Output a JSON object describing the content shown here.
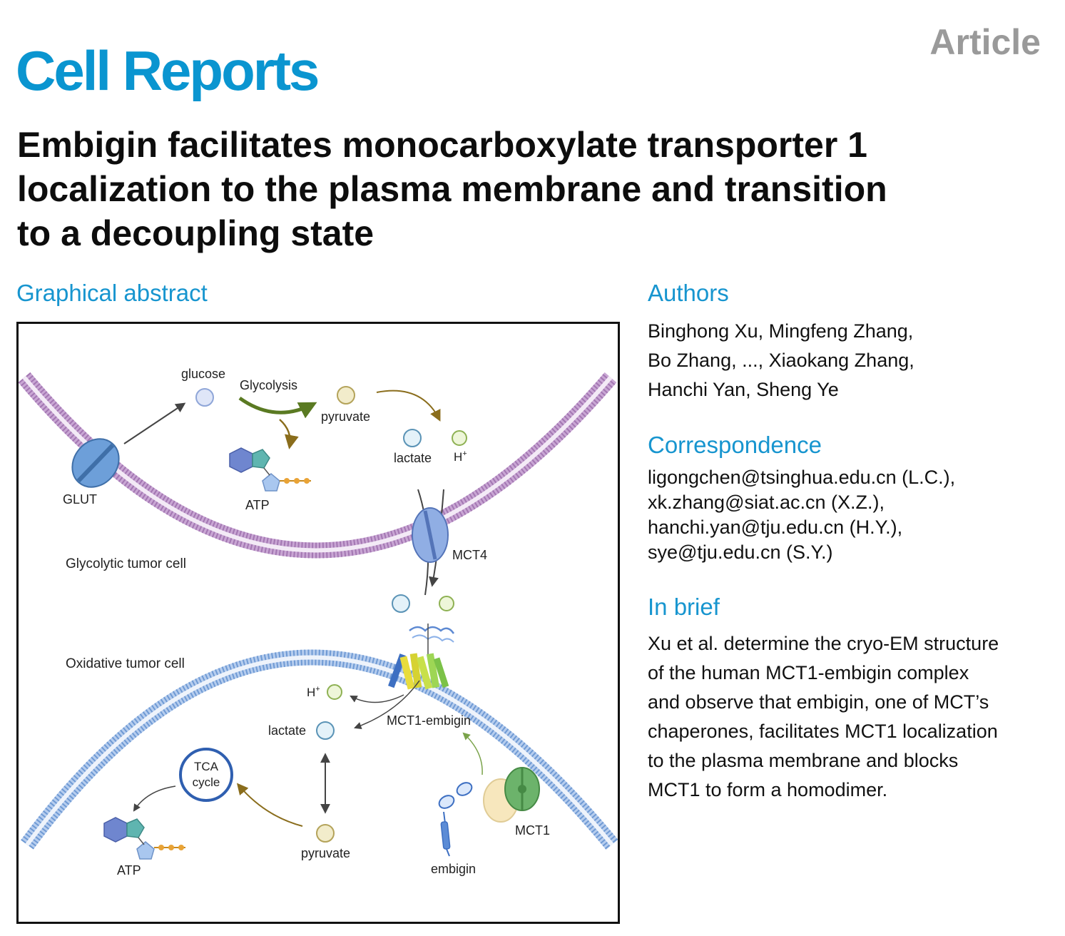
{
  "header": {
    "article_label": "Article",
    "journal": "Cell Reports"
  },
  "title_lines": [
    "Embigin facilitates monocarboxylate transporter 1",
    "localization to the plasma membrane and transition",
    "to a decoupling state"
  ],
  "graphical_abstract": {
    "heading": "Graphical abstract",
    "labels": {
      "glucose": "glucose",
      "glycolysis": "Glycolysis",
      "pyruvate_top": "pyruvate",
      "lactate_top": "lactate",
      "h_top": "H",
      "h_sup": "+",
      "glut": "GLUT",
      "atp_top": "ATP",
      "mct4": "MCT4",
      "glycolytic_cell": "Glycolytic tumor cell",
      "oxidative_cell": "Oxidative tumor cell",
      "h_bottom": "H",
      "mct1_embigin": "MCT1-embigin",
      "lactate_bottom": "lactate",
      "tca_line1": "TCA",
      "tca_line2": "cycle",
      "atp_bottom": "ATP",
      "pyruvate_bottom": "pyruvate",
      "mct1": "MCT1",
      "embigin": "embigin"
    }
  },
  "authors": {
    "heading": "Authors",
    "lines": [
      "Binghong Xu, Mingfeng Zhang,",
      "Bo Zhang, ..., Xiaokang Zhang,",
      "Hanchi Yan, Sheng Ye"
    ]
  },
  "correspondence": {
    "heading": "Correspondence",
    "lines": [
      "ligongchen@tsinghua.edu.cn (L.C.),",
      "xk.zhang@siat.ac.cn (X.Z.),",
      "hanchi.yan@tju.edu.cn (H.Y.),",
      "sye@tju.edu.cn (S.Y.)"
    ]
  },
  "in_brief": {
    "heading": "In brief",
    "lines": [
      "Xu et al. determine the cryo-EM structure",
      "of the human MCT1-embigin complex",
      "and observe that embigin, one of MCT’s",
      "chaperones, facilitates MCT1 localization",
      "to the plasma membrane and blocks",
      "MCT1 to form a homodimer."
    ]
  },
  "colors": {
    "brand_blue": "#0a95d0",
    "section_blue": "#1795cf",
    "article_gray": "#9a9a9a",
    "membrane_top": "#a377b2",
    "membrane_bottom": "#6f9ad4",
    "glycolysis_arrow": "#5a7a22"
  }
}
